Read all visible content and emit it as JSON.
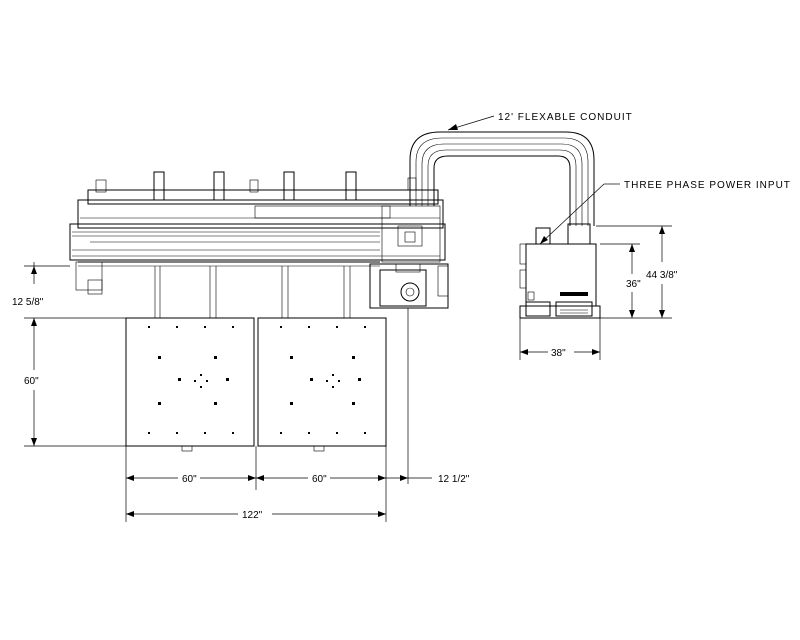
{
  "annotations": {
    "conduit": "12' FLEXABLE CONDUIT",
    "power_input": "THREE PHASE POWER INPUT"
  },
  "dimensions": {
    "left_offset": "12 5/8\"",
    "table_depth": "60\"",
    "table_width_1": "60\"",
    "table_width_2": "60\"",
    "overall_width": "122\"",
    "right_offset": "12 1/2\"",
    "cabinet_height_outer": "44 3/8\"",
    "cabinet_height_inner": "36\"",
    "cabinet_width": "38\""
  }
}
